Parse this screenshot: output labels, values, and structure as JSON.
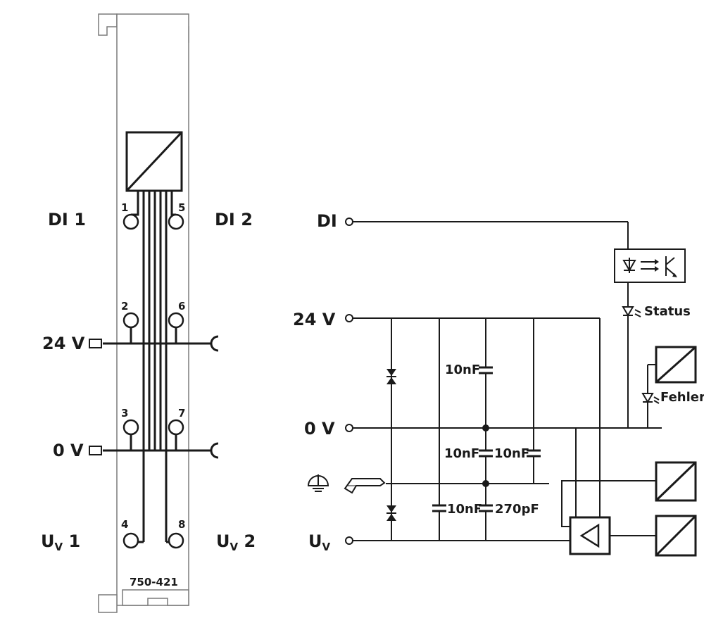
{
  "module": {
    "part_number": "750-421",
    "channels": {
      "di1": "DI 1",
      "di2": "DI 2",
      "uv1_main": "U",
      "uv1_sub": "V",
      "uv1_num": " 1",
      "uv2_main": "U",
      "uv2_sub": "V",
      "uv2_num": " 2",
      "v24": "24 V",
      "v0": "0 V"
    },
    "terminals": [
      "1",
      "2",
      "3",
      "4",
      "5",
      "6",
      "7",
      "8"
    ]
  },
  "schematic": {
    "inputs": {
      "di": "DI",
      "v24": "24 V",
      "v0": "0 V",
      "uv_main": "U",
      "uv_sub": "V"
    },
    "capacitors": [
      "10nF",
      "10nF",
      "10nF",
      "10nF",
      "270pF"
    ],
    "leds": {
      "status": "Status",
      "fehler": "Fehler"
    }
  }
}
